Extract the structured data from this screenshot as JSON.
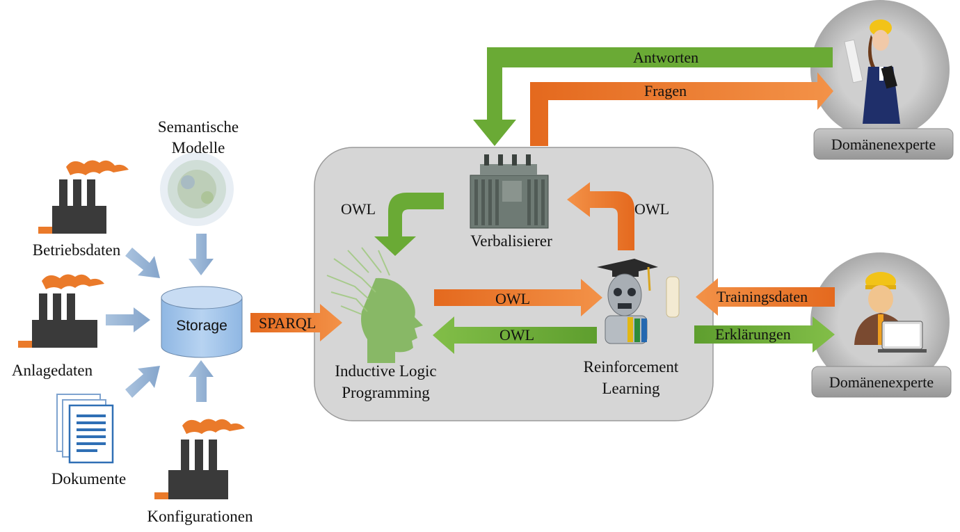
{
  "sources": {
    "semantic_models": "Semantische\nModelle",
    "operating_data": "Betriebsdaten",
    "plant_data": "Anlagedaten",
    "documents": "Dokumente",
    "configurations": "Konfigurationen",
    "storage": "Storage"
  },
  "core": {
    "verbalizer": "Verbalisierer",
    "ilp": "Inductive Logic\nProgramming",
    "rl": "Reinforcement\nLearning"
  },
  "arrows": {
    "sparql": "SPARQL",
    "owl_left": "OWL",
    "owl_right": "OWL",
    "owl_forward": "OWL",
    "owl_back": "OWL",
    "answers": "Antworten",
    "questions": "Fragen",
    "training": "Trainingsdaten",
    "explanations": "Erklärungen"
  },
  "experts": {
    "top": "Domänenexperte",
    "bottom": "Domänenexperte"
  },
  "colors": {
    "orange": "#ea7a2a",
    "green": "#6aaa35",
    "panel": "#d6d6d6",
    "storage": "#a8c8ec",
    "expert_label": "#a8a8a8"
  }
}
